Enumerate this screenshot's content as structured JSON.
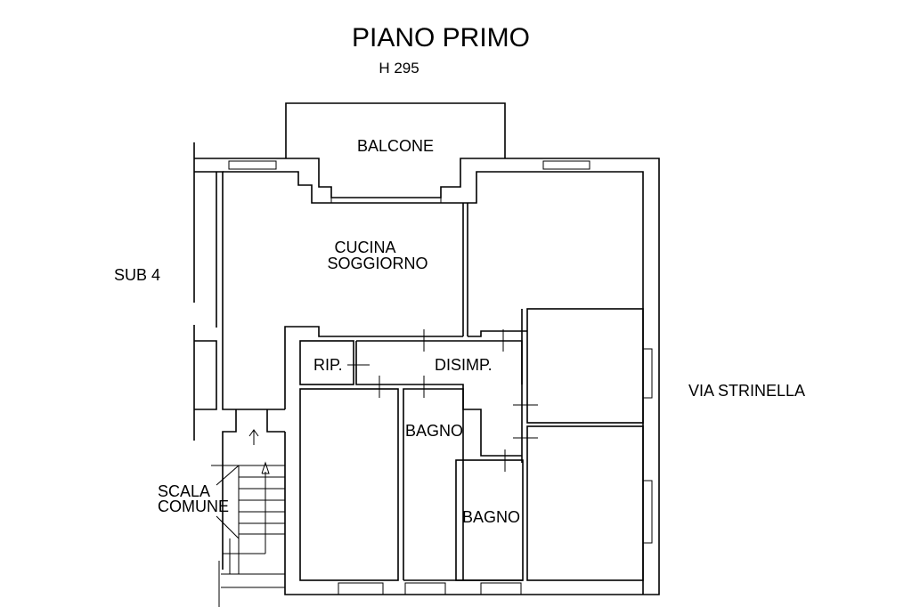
{
  "title": "PIANO PRIMO",
  "height_label": "H 295",
  "labels": {
    "balcone": "BALCONE",
    "cucina": "CUCINA",
    "soggiorno": "SOGGIORNO",
    "sub4": "SUB 4",
    "rip": "RIP.",
    "disimp": "DISIMP.",
    "bagno1": "BAGNO",
    "bagno2": "BAGNO",
    "scala": "SCALA",
    "comune": "COMUNE",
    "via": "VIA STRINELLA"
  }
}
